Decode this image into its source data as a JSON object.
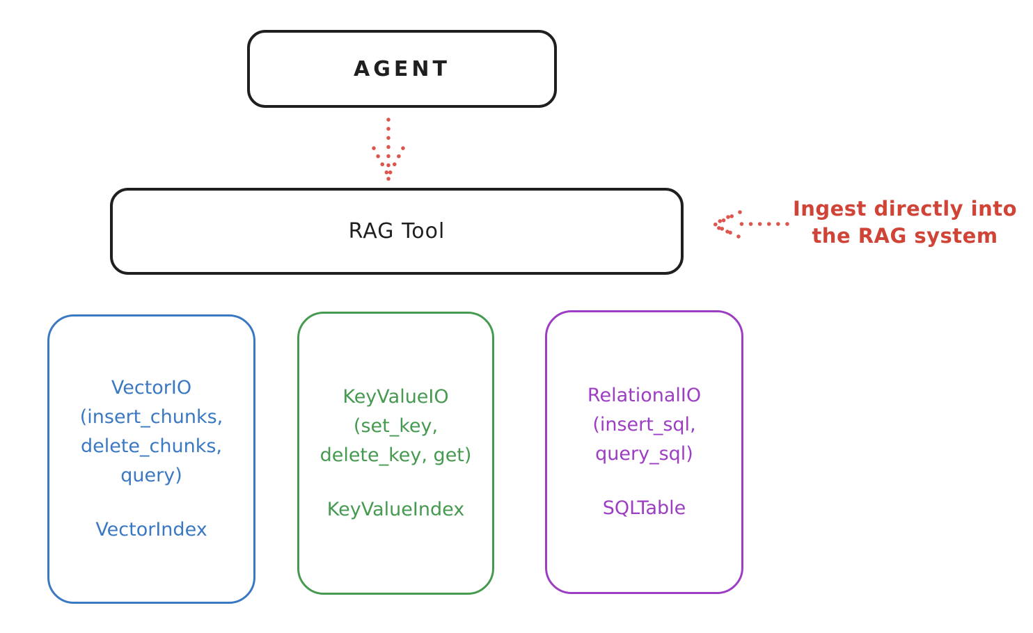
{
  "diagram": {
    "nodes": {
      "agent": {
        "label": "AGENT"
      },
      "rag_tool": {
        "label": "RAG Tool"
      }
    },
    "annotation": {
      "line1": "Ingest directly into",
      "line2": "the RAG system",
      "color": "#cf4437"
    },
    "backends": [
      {
        "name": "VectorIO",
        "lines": [
          "VectorIO",
          "(insert_chunks,",
          "delete_chunks,",
          "query)"
        ],
        "index_label": "VectorIndex",
        "color": "#3a78c2"
      },
      {
        "name": "KeyValueIO",
        "lines": [
          "KeyValueIO",
          "(set_key,",
          "delete_key, get)"
        ],
        "index_label": "KeyValueIndex",
        "color": "#459a50"
      },
      {
        "name": "RelationalIO",
        "lines": [
          "RelationalIO",
          "(insert_sql,",
          "query_sql)"
        ],
        "index_label": "SQLTable",
        "color": "#9d3dc4"
      }
    ],
    "colors": {
      "stroke": "#1f1f1f",
      "arrow": "#dd564e",
      "background": "#ffffff"
    }
  }
}
